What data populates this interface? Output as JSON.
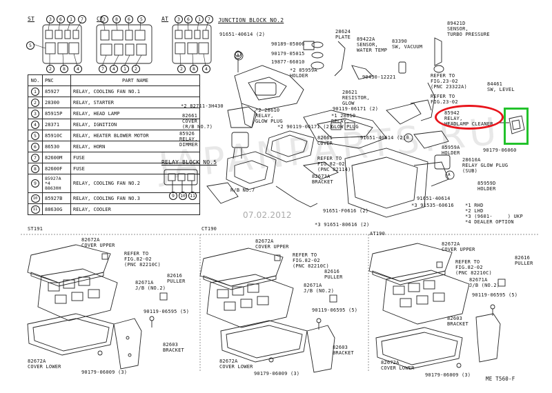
{
  "watermark": "JAPANPARTS.RU",
  "date_stamp": "07.02.2012",
  "sections": {
    "st": "ST",
    "ct": "CT",
    "at": "AT",
    "junction_block": "JUNCTION BLOCK NO.2",
    "relay_block": "RELAY BLOCK NO.5",
    "st191": "ST191",
    "ct190": "CT190",
    "at190": "AT190"
  },
  "relay_st": {
    "top": [
      "3",
      "6",
      "1",
      "7"
    ],
    "left": "5",
    "bottom": [
      "2",
      "8",
      "4"
    ]
  },
  "relay_ct": {
    "top": [
      "3",
      "8",
      "6",
      "5"
    ],
    "bottom": [
      "7",
      "4",
      "1",
      "2"
    ]
  },
  "relay_at": {
    "top": [
      "3",
      "6",
      "1",
      "7"
    ],
    "bottom": [
      "2",
      "8",
      "4"
    ]
  },
  "relay_block_nums": [
    "9",
    "10",
    "11"
  ],
  "table": {
    "headers": [
      "NO.",
      "PNC",
      "PART NAME"
    ],
    "rows": [
      {
        "no": "1",
        "pnc": "85927",
        "name": "RELAY, COOLING FAN NO.1"
      },
      {
        "no": "2",
        "pnc": "28300",
        "name": "RELAY, STARTER"
      },
      {
        "no": "3",
        "pnc": "85915P",
        "name": "RELAY, HEAD LAMP"
      },
      {
        "no": "4",
        "pnc": "28371",
        "name": "RELAY, IGNITION"
      },
      {
        "no": "5",
        "pnc": "85910C",
        "name": "RELAY, HEATER BLOWER MOTOR"
      },
      {
        "no": "6",
        "pnc": "86530",
        "name": "RELAY, HORN"
      },
      {
        "no": "7",
        "pnc": "82600M",
        "name": "FUSE"
      },
      {
        "no": "8",
        "pnc": "82600F",
        "name": "FUSE"
      },
      {
        "no": "9",
        "pnc": "85927A\n*4\n88630H",
        "name": "RELAY, COOLING FAN NO.2"
      },
      {
        "no": "10",
        "pnc": "85927B",
        "name": "RELAY, COOLING FAN NO.3"
      },
      {
        "no": "11",
        "pnc": "88630G",
        "name": "RELAY, COOLER"
      }
    ]
  },
  "labels": {
    "l_91651_40614_top": "91651-40614 (2)",
    "l_90189_05006": "90189-05006",
    "l_90179_05015": "90179-05015",
    "l_19877_66010": "19877-66010",
    "l_28624": "28624\nPLATE",
    "l_89422a": "89422A\nSENSOR,\nWATER TEMP",
    "l_83390": "83390\nSW, VACUUM",
    "l_89421d": "89421D\nSENSOR,\nTURBO PRESSURE",
    "l_90430": "90430-12221",
    "l_85959a_holder": "*2 85959A\nHOLDER",
    "l_28621": "28621\nRESISTOR,\nGLOW",
    "l_refer_23_02": "REFER TO\nFIG.23-02\n(PNC 23322A)",
    "l_84461": "84461\nSW, LEVEL",
    "l_refer_23_02b": "REFER TO\nFIG.23-02",
    "l_82711": "*2 82711-3H430",
    "l_28610_1": "*2 28610\nRELAY,\nGLOW PLUG",
    "l_90119_06171a": "90119-06171 (2)",
    "l_28610_2": "*1 28610\nRELAY,\nGLOW PLUG",
    "l_85942": "85942\nRELAY,\nHEADLAMP CLEANER",
    "l_82661_top": "82661\nCOVER\n(R/B NO.7)",
    "l_90119_06171b": "*2 90119-06171 (2)",
    "l_85926": "85926\nRELAY,\nDIMMER",
    "l_82661_mid": "82661\nCOVER",
    "l_refer_82_02": "REFER TO\nFIG.82-02\n(PNC 82114)",
    "l_91651_40614_mid": "91651-40614 (2)",
    "l_90179_06060": "90179-06060",
    "l_85959a_holder2": "85959A\nHOLDER",
    "l_28610a": "28610A\nRELAY GLOW PLUG\n(SUB)",
    "l_82673a": "82673A\nBRACKET",
    "l_rb_no7": "R/B NO.7",
    "l_91651_40614_low": "91651-40614",
    "l_85959d": "85959D\nHOLDER",
    "l_91535": "*3 91535-60616",
    "l_91651_f0616": "91651-F0616 (2)",
    "l_91651_80616": "*3 91651-80616 (2)",
    "footnotes": "*1 RHD\n*2 LHD\n*3 (9601-     ) UKP\n*4 DEALER OPTION",
    "l_82672a_upper_st": "82672A\nCOVER UPPER",
    "l_refer_st": "REFER TO\nFIG.82-02\n(PNC 82210C)",
    "l_82671a_st": "82671A\nJ/B (NO.2)",
    "l_82616_st": "82616\nPULLER",
    "l_90119_06595_st": "90119-06595 (5)",
    "l_82603_st": "82603\nBRACKET",
    "l_82672a_lower_st": "82672A\nCOVER LOWER",
    "l_90179_06009_st": "90179-06009 (3)",
    "l_82672a_upper_ct": "82672A\nCOVER UPPER",
    "l_refer_ct": "REFER TO\nFIG.82-02\n(PNC 82210C)",
    "l_82616_ct": "82616\nPULLER",
    "l_82671a_ct": "82671A\nJ/B (NO.2)",
    "l_90119_06595_ct": "90119-06595 (5)",
    "l_82603_ct": "82603\nBRACKET",
    "l_82672a_lower_ct": "82672A\nCOVER LOWER",
    "l_90179_06009_ct": "90179-06009 (3)",
    "l_82672a_upper_at": "82672A\nCOVER UPPER",
    "l_refer_at": "REFER TO\nFIG.82-02\n(PNC 82210C)",
    "l_82616_at": "82616\nPULLER",
    "l_82671a_at": "82671A\nJ/B (NO.2)",
    "l_90119_06595_at": "90119-06595 (5)",
    "l_82603_at": "82603\nBRACKET",
    "l_82672a_lower_at": "82672A\nCOVER LOWER",
    "l_90179_06009_at": "90179-06009 (3)",
    "figure_code": "ME T560-F"
  },
  "callouts": {
    "a": "A",
    "b": "B"
  },
  "highlight_colors": {
    "red": "#e8141b",
    "green": "#22c22b"
  }
}
